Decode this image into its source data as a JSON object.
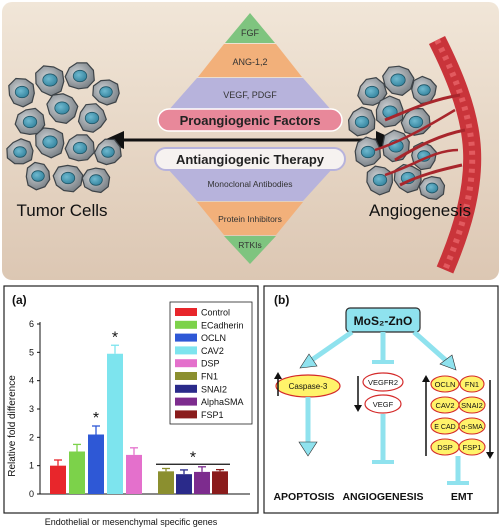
{
  "top": {
    "tumor_label": "Tumor Cells",
    "angio_label": "Angiogenesis",
    "proangiogenic_label": "Proangiogenic Factors",
    "antiangiogenic_label": "Antiangiogenic Therapy",
    "upper_levels": [
      "FGF",
      "ANG-1,2",
      "VEGF, PDGF"
    ],
    "lower_levels": [
      "Monoclonal Antibodies",
      "Protein Inhibitors",
      "RTKIs"
    ],
    "colors": {
      "background": "#e8d9c9",
      "level1": "#7fc47f",
      "level2": "#f2b07a",
      "level3": "#b7b3dc",
      "pro_banner": "#e8889a",
      "vessel": "#c9343a"
    }
  },
  "chart_data": {
    "type": "bar",
    "panel_label": "(a)",
    "ylabel": "Relative fold difference",
    "xlabel": "Endothelial or mesenchymal specific genes",
    "ylim": [
      0,
      6
    ],
    "yticks": [
      "0",
      "1",
      "2",
      "3",
      "4",
      "5",
      "6"
    ],
    "groups": [
      {
        "series": [
          {
            "name": "Control",
            "value": 1.0,
            "error": 0.2,
            "color": "#e8262b"
          },
          {
            "name": "ECadherin",
            "value": 1.5,
            "error": 0.25,
            "color": "#7cd24a"
          },
          {
            "name": "OCLN",
            "value": 2.1,
            "error": 0.3,
            "color": "#2e58d6",
            "star": "*"
          },
          {
            "name": "CAV2",
            "value": 4.95,
            "error": 0.3,
            "color": "#7de4ee",
            "star": "*"
          },
          {
            "name": "DSP",
            "value": 1.38,
            "error": 0.25,
            "color": "#e470cc"
          }
        ]
      },
      {
        "series": [
          {
            "name": "FN1",
            "value": 0.8,
            "error": 0.1,
            "color": "#8b8f2f"
          },
          {
            "name": "SNAI2",
            "value": 0.7,
            "error": 0.15,
            "color": "#2a2a8a"
          },
          {
            "name": "AlphaSMA",
            "value": 0.78,
            "error": 0.18,
            "color": "#7d2c8e"
          },
          {
            "name": "FSP1",
            "value": 0.8,
            "error": 0.06,
            "color": "#8a1c1c"
          }
        ],
        "star": "*"
      }
    ],
    "legend": [
      "Control",
      "ECadherin",
      "OCLN",
      "CAV2",
      "DSP",
      "FN1",
      "SNAI2",
      "AlphaSMA",
      "FSP1"
    ]
  },
  "mechanism": {
    "panel_label": "(b)",
    "center": "MoS₂-ZnO",
    "left_node": "Caspase-3",
    "middle_nodes": [
      "VEGFR2",
      "VEGF"
    ],
    "right_nodes": [
      "OCLN",
      "FN1",
      "CAV2",
      "SNAI2",
      "E CAD",
      "α-SMA",
      "DSP",
      "FSP1"
    ],
    "outcomes": [
      "APOPTOSIS",
      "ANGIOGENESIS",
      "EMT"
    ]
  }
}
